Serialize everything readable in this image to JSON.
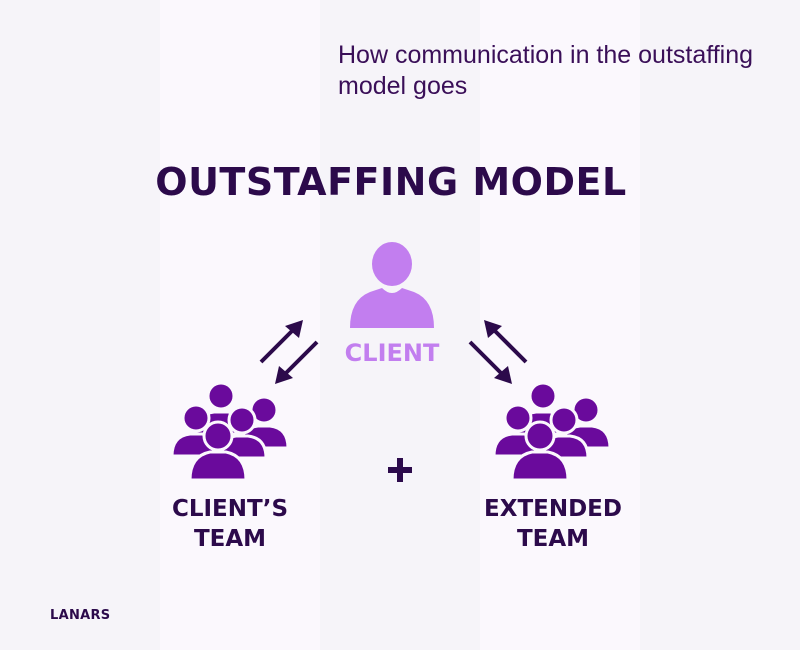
{
  "subtitle": "How communication in the outstaffing model goes",
  "title": "OUTSTAFFING MODEL",
  "client": {
    "label": "CLIENT",
    "icon": "person-icon",
    "color": "#c27eef"
  },
  "clients_team": {
    "label": "CLIENT’S\nTEAM",
    "icon": "group-icon",
    "color": "#6a0a9c"
  },
  "extended_team": {
    "label": "EXTENDED\nTEAM",
    "icon": "group-icon",
    "color": "#6a0a9c"
  },
  "plus_icon": "plus-icon",
  "brand": "LANARS",
  "colors": {
    "dark": "#2c0a4b",
    "accent": "#c27eef",
    "team": "#6a0a9c"
  }
}
